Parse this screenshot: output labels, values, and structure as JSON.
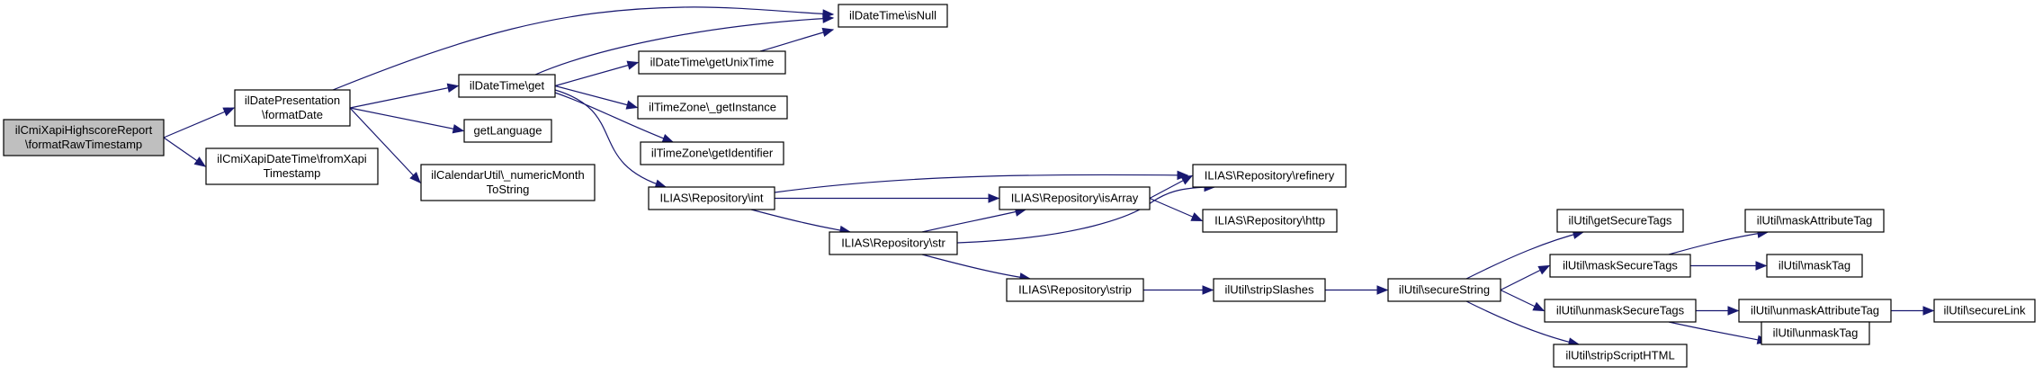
{
  "diagram": {
    "type": "call-graph",
    "colors": {
      "edge": "#191970",
      "root_fill": "#bfbfbf",
      "node_fill": "#ffffff",
      "border": "#000000"
    },
    "nodes": [
      {
        "id": "root",
        "lines": [
          "ilCmiXapiHighscoreReport",
          "\\formatRawTimestamp"
        ],
        "root": true
      },
      {
        "id": "formatDate",
        "lines": [
          "ilDatePresentation",
          "\\formatDate"
        ]
      },
      {
        "id": "fromXapi",
        "lines": [
          "ilCmiXapiDateTime\\fromXapi",
          "Timestamp"
        ]
      },
      {
        "id": "isNull",
        "lines": [
          "ilDateTime\\isNull"
        ]
      },
      {
        "id": "getUnixTime",
        "lines": [
          "ilDateTime\\getUnixTime"
        ]
      },
      {
        "id": "get",
        "lines": [
          "ilDateTime\\get"
        ]
      },
      {
        "id": "getInstance",
        "lines": [
          "ilTimeZone\\_getInstance"
        ]
      },
      {
        "id": "getLanguage",
        "lines": [
          "getLanguage"
        ]
      },
      {
        "id": "getIdentifier",
        "lines": [
          "ilTimeZone\\getIdentifier"
        ]
      },
      {
        "id": "numericMonth",
        "lines": [
          "ilCalendarUtil\\_numericMonth",
          "ToString"
        ]
      },
      {
        "id": "int",
        "lines": [
          "ILIAS\\Repository\\int"
        ]
      },
      {
        "id": "refinery",
        "lines": [
          "ILIAS\\Repository\\refinery"
        ]
      },
      {
        "id": "isArray",
        "lines": [
          "ILIAS\\Repository\\isArray"
        ]
      },
      {
        "id": "http",
        "lines": [
          "ILIAS\\Repository\\http"
        ]
      },
      {
        "id": "str",
        "lines": [
          "ILIAS\\Repository\\str"
        ]
      },
      {
        "id": "strip",
        "lines": [
          "ILIAS\\Repository\\strip"
        ]
      },
      {
        "id": "stripSlashes",
        "lines": [
          "ilUtil\\stripSlashes"
        ]
      },
      {
        "id": "secureString",
        "lines": [
          "ilUtil\\secureString"
        ]
      },
      {
        "id": "getSecureTags",
        "lines": [
          "ilUtil\\getSecureTags"
        ]
      },
      {
        "id": "maskSecureTags",
        "lines": [
          "ilUtil\\maskSecureTags"
        ]
      },
      {
        "id": "unmaskSecureTags",
        "lines": [
          "ilUtil\\unmaskSecureTags"
        ]
      },
      {
        "id": "stripScriptHTML",
        "lines": [
          "ilUtil\\stripScriptHTML"
        ]
      },
      {
        "id": "maskAttributeTag",
        "lines": [
          "ilUtil\\maskAttributeTag"
        ]
      },
      {
        "id": "maskTag",
        "lines": [
          "ilUtil\\maskTag"
        ]
      },
      {
        "id": "unmaskAttributeTag",
        "lines": [
          "ilUtil\\unmaskAttributeTag"
        ]
      },
      {
        "id": "secureLink",
        "lines": [
          "ilUtil\\secureLink"
        ]
      },
      {
        "id": "unmaskTag",
        "lines": [
          "ilUtil\\unmaskTag"
        ]
      }
    ],
    "edges": [
      [
        "root",
        "formatDate"
      ],
      [
        "root",
        "fromXapi"
      ],
      [
        "formatDate",
        "isNull"
      ],
      [
        "formatDate",
        "get"
      ],
      [
        "formatDate",
        "getLanguage"
      ],
      [
        "formatDate",
        "numericMonth"
      ],
      [
        "get",
        "isNull"
      ],
      [
        "get",
        "getUnixTime"
      ],
      [
        "get",
        "getInstance"
      ],
      [
        "get",
        "getIdentifier"
      ],
      [
        "get",
        "int"
      ],
      [
        "getUnixTime",
        "isNull"
      ],
      [
        "int",
        "refinery"
      ],
      [
        "int",
        "isArray"
      ],
      [
        "int",
        "str"
      ],
      [
        "isArray",
        "refinery"
      ],
      [
        "isArray",
        "http"
      ],
      [
        "str",
        "isArray"
      ],
      [
        "str",
        "refinery"
      ],
      [
        "str",
        "strip"
      ],
      [
        "strip",
        "stripSlashes"
      ],
      [
        "stripSlashes",
        "secureString"
      ],
      [
        "secureString",
        "getSecureTags"
      ],
      [
        "secureString",
        "maskSecureTags"
      ],
      [
        "secureString",
        "unmaskSecureTags"
      ],
      [
        "secureString",
        "stripScriptHTML"
      ],
      [
        "maskSecureTags",
        "maskAttributeTag"
      ],
      [
        "maskSecureTags",
        "maskTag"
      ],
      [
        "unmaskSecureTags",
        "unmaskAttributeTag"
      ],
      [
        "unmaskSecureTags",
        "unmaskTag"
      ],
      [
        "unmaskAttributeTag",
        "secureLink"
      ]
    ]
  }
}
